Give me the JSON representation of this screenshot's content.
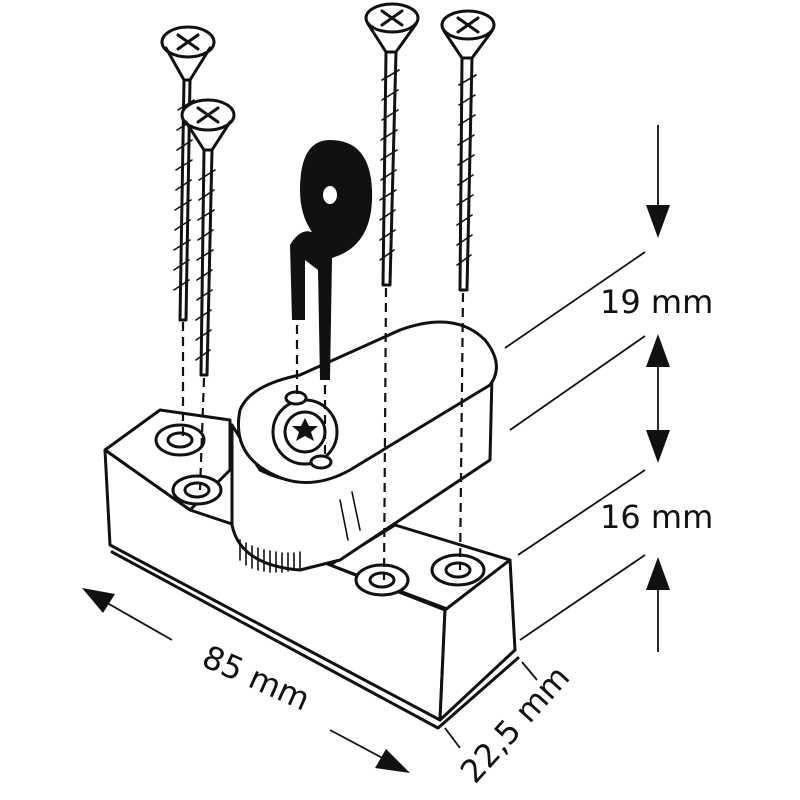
{
  "dimensions": {
    "height_top": "19 mm",
    "height_base": "16 mm",
    "length": "85 mm",
    "width": "22,5 mm"
  }
}
